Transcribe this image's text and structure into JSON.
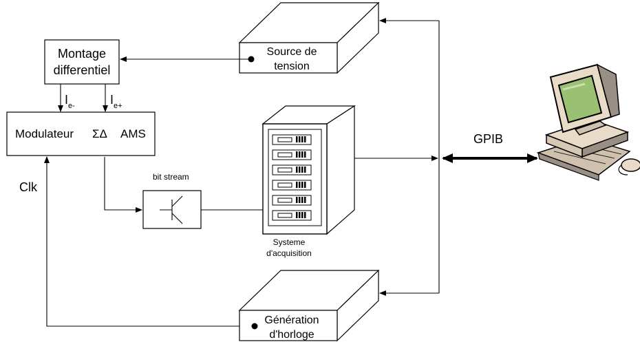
{
  "blocks": {
    "montage": {
      "line1": "Montage",
      "line2": "differentiel"
    },
    "modulateur": {
      "label": "Modulateur",
      "sigma_delta": "ΣΔ",
      "ams": "AMS"
    },
    "source": {
      "line1": "Source de",
      "line2": "tension"
    },
    "generation": {
      "line1": "Génération",
      "line2": "d'horloge"
    },
    "acquisition": {
      "line1": "Systeme",
      "line2": "d'acquisition"
    }
  },
  "signals": {
    "ie_minus": {
      "main": "I",
      "sub": "e-"
    },
    "ie_plus": {
      "main": "I",
      "sub": "e+"
    },
    "clk": "Clk",
    "bitstream": "bit stream",
    "gpib": "GPIB"
  },
  "colors": {
    "line": "#000000",
    "monitor_screen": "#9bbf73",
    "computer_body": "#e8dbc8",
    "computer_shadow": "#9a8f84",
    "server_body": "#ffffff"
  }
}
